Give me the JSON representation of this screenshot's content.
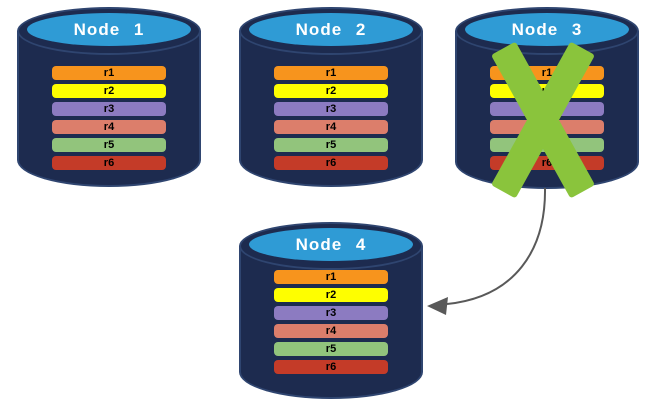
{
  "diagram": {
    "background": "#FFFFFF",
    "node_style": {
      "body_color": "#1D2B4F",
      "outline_color": "#2F4570",
      "top_color": "#2F9BD5",
      "label_text_color": "#FFFFFF"
    },
    "nodes": [
      {
        "label": "Node 1",
        "rows": [
          {
            "label": "r1",
            "color": "#F7941D"
          },
          {
            "label": "r2",
            "color": "#FEFE00"
          },
          {
            "label": "r3",
            "color": "#8C7BC1"
          },
          {
            "label": "r4",
            "color": "#DC7E6B"
          },
          {
            "label": "r5",
            "color": "#92C47C"
          },
          {
            "label": "r6",
            "color": "#C43B28"
          }
        ]
      },
      {
        "label": "Node 2",
        "rows": [
          {
            "label": "r1",
            "color": "#F7941D"
          },
          {
            "label": "r2",
            "color": "#FEFE00"
          },
          {
            "label": "r3",
            "color": "#8C7BC1"
          },
          {
            "label": "r4",
            "color": "#DC7E6B"
          },
          {
            "label": "r5",
            "color": "#92C47C"
          },
          {
            "label": "r6",
            "color": "#C43B28"
          }
        ]
      },
      {
        "label": "Node 3",
        "status": "failed",
        "rows": [
          {
            "label": "r1",
            "color": "#F7941D"
          },
          {
            "label": "r2",
            "color": "#FEFE00"
          },
          {
            "label": "r3",
            "color": "#8C7BC1"
          },
          {
            "label": "r4",
            "color": "#DC7E6B"
          },
          {
            "label": "r5",
            "color": "#92C47C"
          },
          {
            "label": "r6",
            "color": "#C43B28"
          }
        ]
      },
      {
        "label": "Node 4",
        "rows": [
          {
            "label": "r1",
            "color": "#F7941D"
          },
          {
            "label": "r2",
            "color": "#FEFE00"
          },
          {
            "label": "r3",
            "color": "#8C7BC1"
          },
          {
            "label": "r4",
            "color": "#DC7E6B"
          },
          {
            "label": "r5",
            "color": "#92C47C"
          },
          {
            "label": "r6",
            "color": "#C43B28"
          }
        ]
      }
    ],
    "failure_x": {
      "color": "#8AC43C",
      "on_node": "Node 3"
    },
    "arrow": {
      "color": "#595959",
      "from": "Node 3",
      "to": "Node 4"
    }
  }
}
